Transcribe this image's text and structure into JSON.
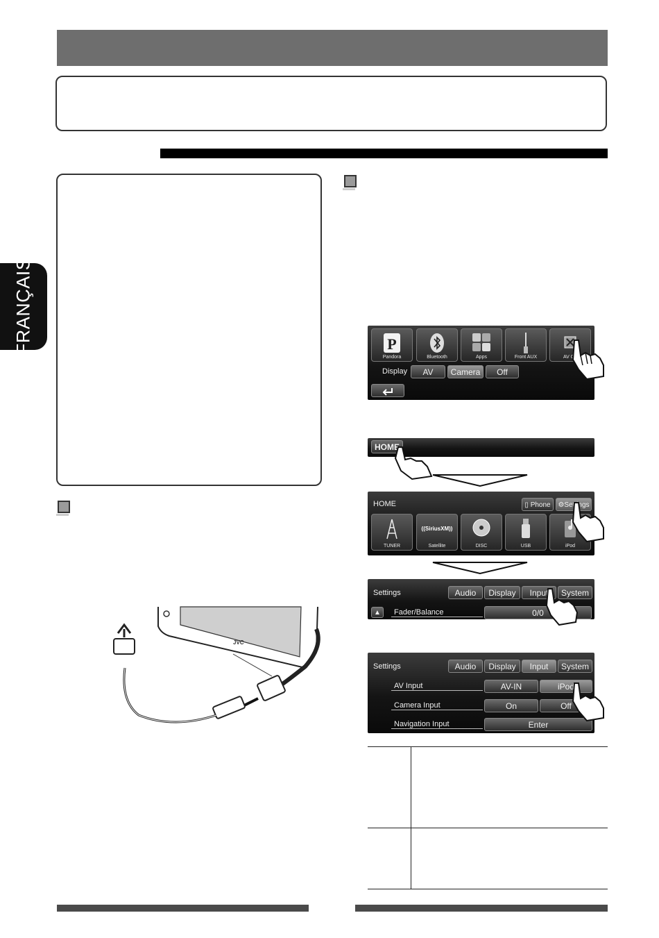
{
  "side_tab": {
    "language": "FRANÇAIS"
  },
  "av_screen": {
    "tiles": [
      {
        "label": "Pandora",
        "icon": "pandora-icon"
      },
      {
        "label": "Bluetooth",
        "icon": "bluetooth-icon"
      },
      {
        "label": "Apps",
        "icon": "apps-icon"
      },
      {
        "label": "Front AUX",
        "icon": "front-aux-icon"
      },
      {
        "label": "AV Off",
        "icon": "av-off-icon"
      }
    ],
    "display_label": "Display",
    "display_options": [
      "AV",
      "Camera",
      "Off"
    ],
    "back_icon": "back-arrow-icon"
  },
  "home_bar": {
    "home_button": "HOME"
  },
  "home_screen": {
    "title": "HOME",
    "phone_button": "Phone",
    "settings_button": "Settings",
    "tiles": [
      {
        "label": "TUNER",
        "icon": "tuner-tower-icon"
      },
      {
        "label": "Satellite",
        "icon": "siriusxm-icon",
        "logo_text": "((SiriusXM))"
      },
      {
        "label": "DISC",
        "icon": "disc-icon"
      },
      {
        "label": "USB",
        "icon": "usb-icon"
      },
      {
        "label": "iPod",
        "icon": "ipod-icon"
      }
    ]
  },
  "settings_screen_1": {
    "title": "Settings",
    "tabs": [
      "Audio",
      "Display",
      "Input",
      "System"
    ],
    "row_label": "Fader/Balance",
    "row_value": "0/0"
  },
  "settings_screen_2": {
    "title": "Settings",
    "tabs": [
      "Audio",
      "Display",
      "Input",
      "System"
    ],
    "rows": [
      {
        "label": "AV Input",
        "options": [
          "AV-IN",
          "iPod"
        ]
      },
      {
        "label": "Camera Input",
        "options": [
          "On",
          "Off"
        ]
      },
      {
        "label": "Navigation Input",
        "options": [
          "Enter"
        ]
      }
    ]
  },
  "device_figure": {
    "brand_label": "JVC"
  },
  "colors": {
    "header_bar": "#6e6e6e",
    "screen_bg": "#141414",
    "button_bg": "#2e2e2e",
    "tab_bg": "#111111"
  }
}
